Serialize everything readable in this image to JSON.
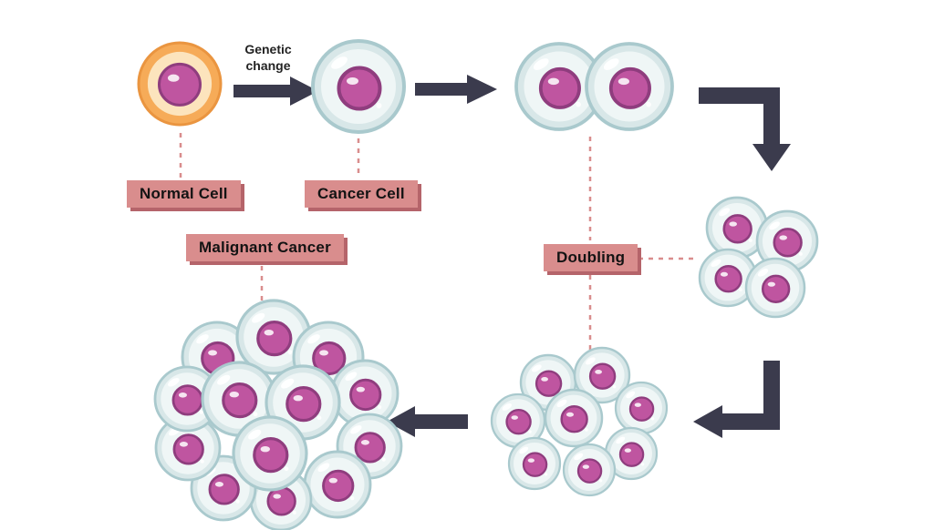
{
  "diagram": {
    "genetic_change": {
      "line1": "Genetic",
      "line2": "change"
    },
    "badges": {
      "normal_cell": "Normal Cell",
      "cancer_cell": "Cancer Cell",
      "malignant_cancer": "Malignant Cancer",
      "doubling": "Doubling"
    }
  },
  "colors": {
    "background": "#ffffff",
    "arrow": "#3b3b4d",
    "badge_bg": "#d98d8d",
    "badge_shadow": "#b5646a",
    "badge_text": "#131313",
    "dashed_line": "#d98d8d",
    "normal_cell_outer": "#f6ab58",
    "normal_cell_ring": "#ea9540",
    "normal_cell_inner": "#fce4bd",
    "cancer_cell_outer": "#d8e7e8",
    "cancer_cell_stroke": "#a9c9cd",
    "cancer_cell_inner": "#eff6f6",
    "nucleus_fill": "#bf55a0",
    "nucleus_stroke": "#8f3d7e"
  }
}
